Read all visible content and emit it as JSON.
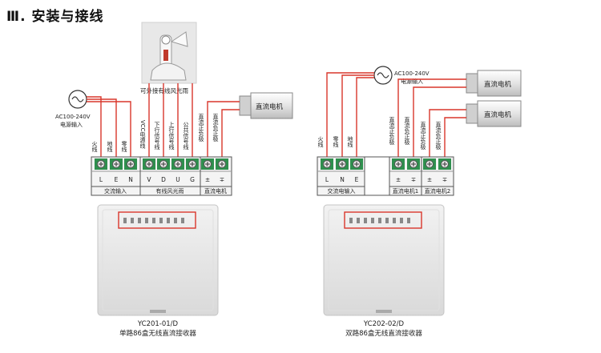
{
  "section_title": "Ⅲ. 安装与接线",
  "colors": {
    "wire": "#d9362b",
    "terminal_green": "#2f8f4e",
    "panel": "#e6e6e6"
  },
  "left": {
    "sensor_label": "可外接有线风光雨",
    "ac_label_line1": "AC100-240V",
    "ac_label_line2": "电源输入",
    "motor_label": "直流电机",
    "wire_labels": [
      "火线",
      "地线",
      "零线",
      "VCC电源线",
      "下行信号线",
      "上行信号线",
      "公共信号线",
      "直流正负极",
      "直流负正极"
    ],
    "terminal_letters": [
      "L",
      "E",
      "N",
      "V",
      "D",
      "U",
      "G",
      "±",
      "∓"
    ],
    "group_labels": [
      "交流输入",
      "有线风光雨",
      "直流电机"
    ],
    "model": "YC201-01/D",
    "description": "单路86盒无线直流接收器"
  },
  "right": {
    "ac_label_line1": "AC100-240V",
    "ac_label_line2": "电源输入",
    "motor1_label": "直流电机",
    "motor2_label": "直流电机",
    "wire_labels": [
      "火线",
      "零线",
      "地线",
      "直流正负极",
      "直流负正极",
      "直流正负极",
      "直流负正极"
    ],
    "terminal_letters": [
      "L",
      "N",
      "E",
      "±",
      "∓",
      "±",
      "∓"
    ],
    "group_labels": [
      "交流电输入",
      "直流电机1",
      "直流电机2"
    ],
    "model": "YC202-02/D",
    "description": "双路86盒无线直流接收器"
  }
}
